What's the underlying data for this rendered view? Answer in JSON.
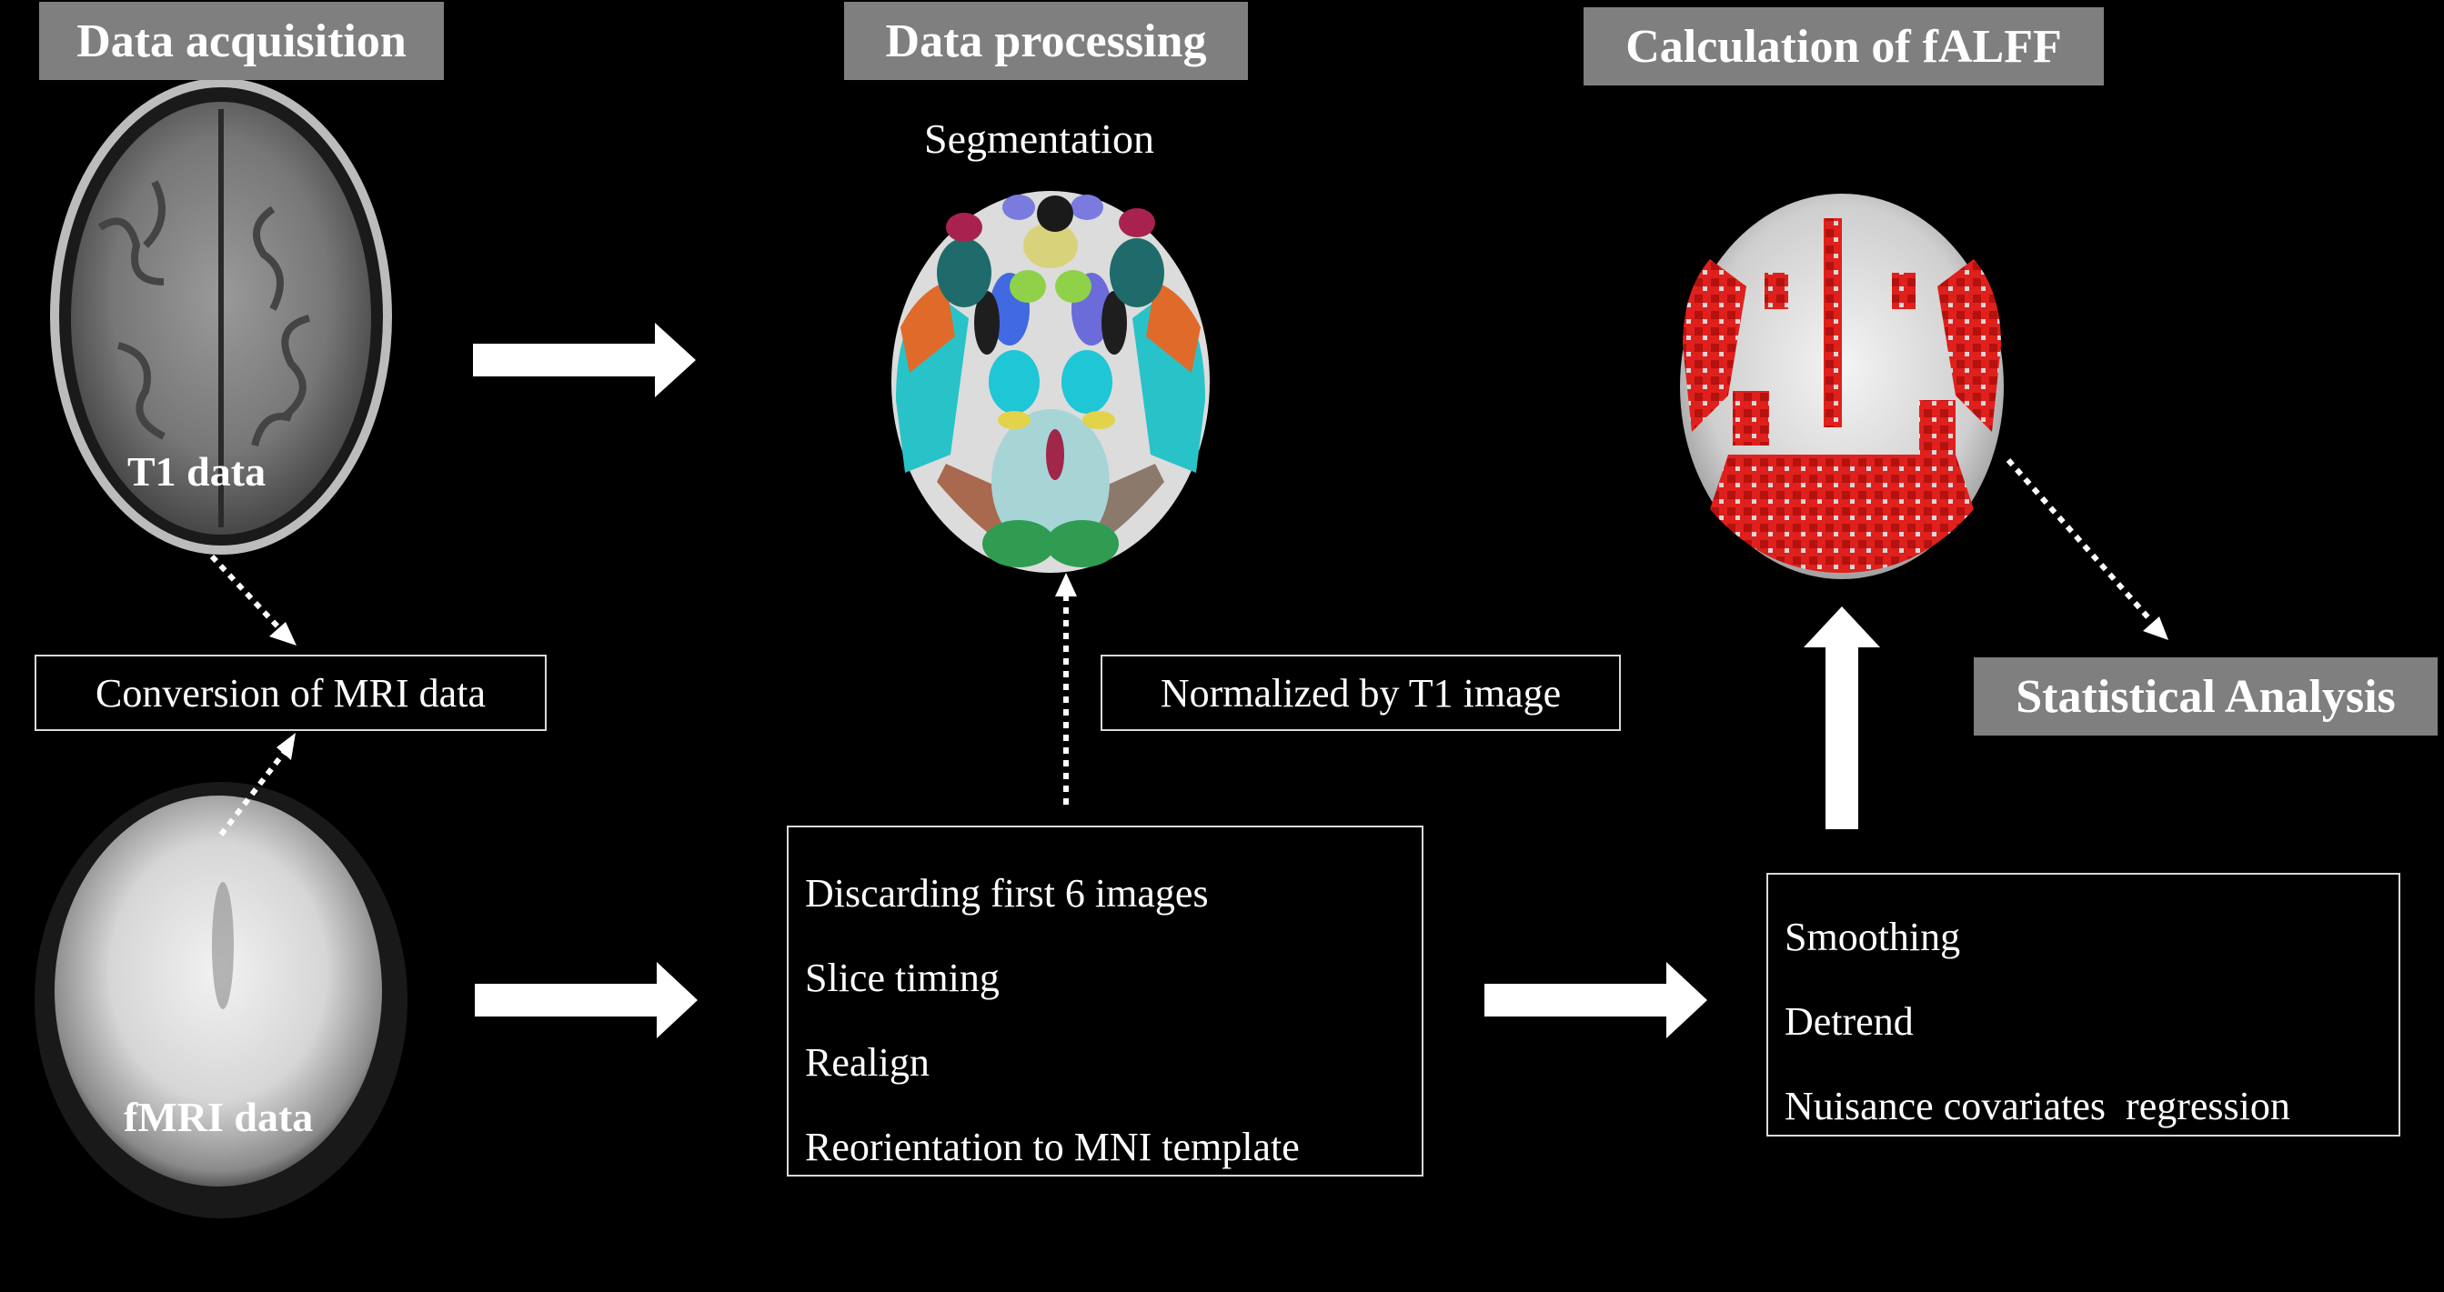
{
  "headers": {
    "acquisition": "Data acquisition",
    "processing": "Data processing",
    "falff": "Calculation of fALFF",
    "statistics": "Statistical Analysis"
  },
  "images": {
    "t1_label": "T1 data",
    "fmri_label": "fMRI data",
    "segmentation_label": "Segmentation"
  },
  "boxes": {
    "conversion": "Conversion of MRI data",
    "normalized": "Normalized by T1 image",
    "preprocessing_steps": [
      "Discarding first 6 images",
      "Slice timing",
      "Realign",
      "Reorientation to MNI template"
    ],
    "falff_steps": [
      "Smoothing",
      "Detrend",
      "Nuisance covariates  regression"
    ]
  },
  "colors": {
    "background": "#000000",
    "header_fill": "#7f7f7f",
    "box_border": "#d9d9d9",
    "activation": "#e0201c",
    "arrow": "#ffffff"
  }
}
